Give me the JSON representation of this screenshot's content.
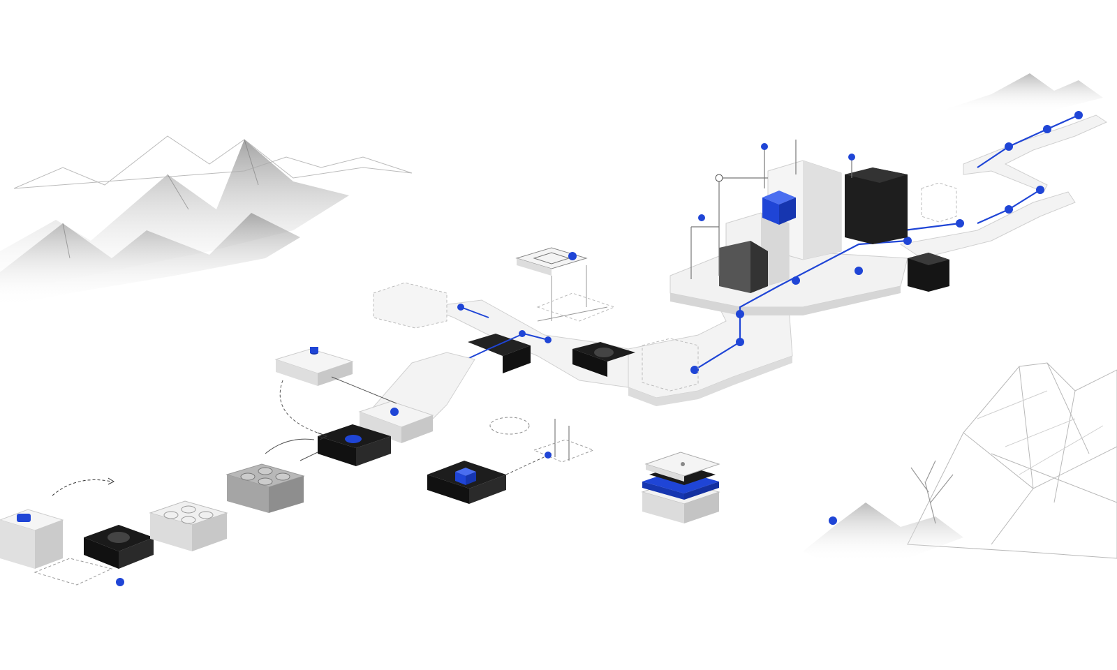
{
  "colors": {
    "background": "#ffffff",
    "accent_blue": "#1f45d6",
    "block_light": "#f4f4f4",
    "block_mid": "#c9c9c9",
    "block_dark": "#1c1c1c",
    "mountain_ink": "#8a8a8a",
    "line": "#444444"
  },
  "scene": {
    "landscape": [
      "mountain-range-left",
      "mountain-range-top-right",
      "wireframe-mountain-right",
      "small-mountain-bottom-right"
    ],
    "icons": [
      "blue-node-icon",
      "blue-cube-icon",
      "layered-stack-icon",
      "dashed-arrow-icon"
    ]
  }
}
